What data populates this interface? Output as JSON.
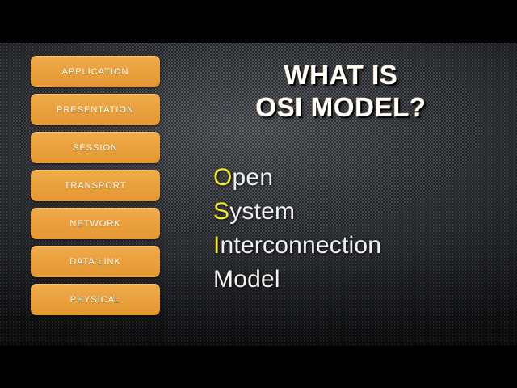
{
  "slide": {
    "title": "WHAT IS\nOSI MODEL?",
    "title_line_1": "WHAT IS",
    "title_line_2": "OSI MODEL?",
    "background_color": "#27292c",
    "accent_color": "#e9a03c",
    "initial_highlight_color": "#f0ea2a",
    "title_outline_color": "#c19a5c",
    "title_text_color": "#ffffff"
  },
  "osi_layers": [
    {
      "label": "APPLICATION"
    },
    {
      "label": "PRESENTATION"
    },
    {
      "label": "SESSION"
    },
    {
      "label": "TRANSPORT"
    },
    {
      "label": "NETWORK"
    },
    {
      "label": "DATA LINK"
    },
    {
      "label": "PHYSICAL"
    }
  ],
  "expansion": [
    {
      "initial": "O",
      "rest": "pen"
    },
    {
      "initial": "S",
      "rest": "ystem"
    },
    {
      "initial": "I",
      "rest": "nterconnection"
    },
    {
      "initial": "",
      "rest": "Model"
    }
  ]
}
